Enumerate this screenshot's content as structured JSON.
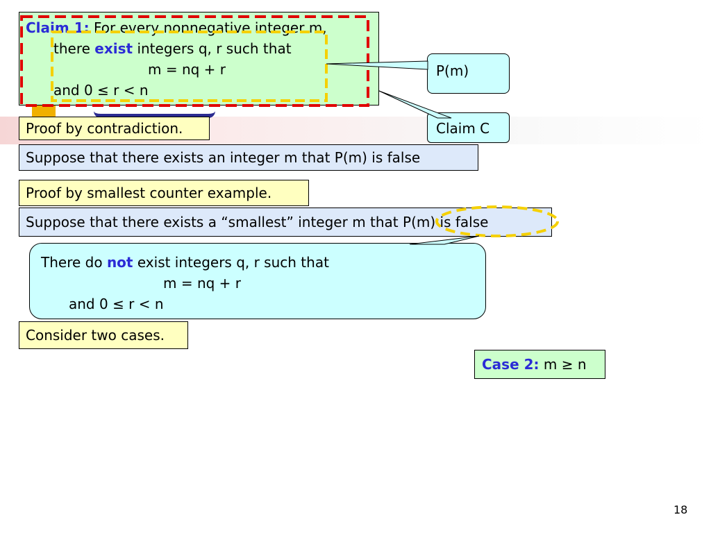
{
  "claim1": {
    "label": "Claim 1:",
    "line1": "For every nonnegative integer m,",
    "line2_pre": "there",
    "line2_kw": "exist",
    "line2_post": "integers q, r such that",
    "line3": "m = nq + r",
    "line4": "and   0 ≤ r < n"
  },
  "callout_pm": "P(m)",
  "callout_claimc": "Claim C",
  "proof_contradiction": "Proof by contradiction.",
  "suppose_exists": "Suppose that there exists an integer m that P(m) is false",
  "proof_smallest": "Proof by smallest counter example.",
  "suppose_smallest": "Suppose that there exists a “smallest” integer m that P(m) is false",
  "not_exist": {
    "pre": "There do",
    "kw": "not",
    "post": "exist integers q, r such that",
    "line2": "m = nq + r",
    "line3": "and   0 ≤ r < n"
  },
  "consider_cases": "Consider two cases.",
  "case2": {
    "label": "Case 2:",
    "expr": "m ≥ n"
  },
  "page_number": "18",
  "colors": {
    "keyword": "#2b2bd6",
    "red_dash": "#e00000",
    "yellow_dash": "#f5d000"
  }
}
